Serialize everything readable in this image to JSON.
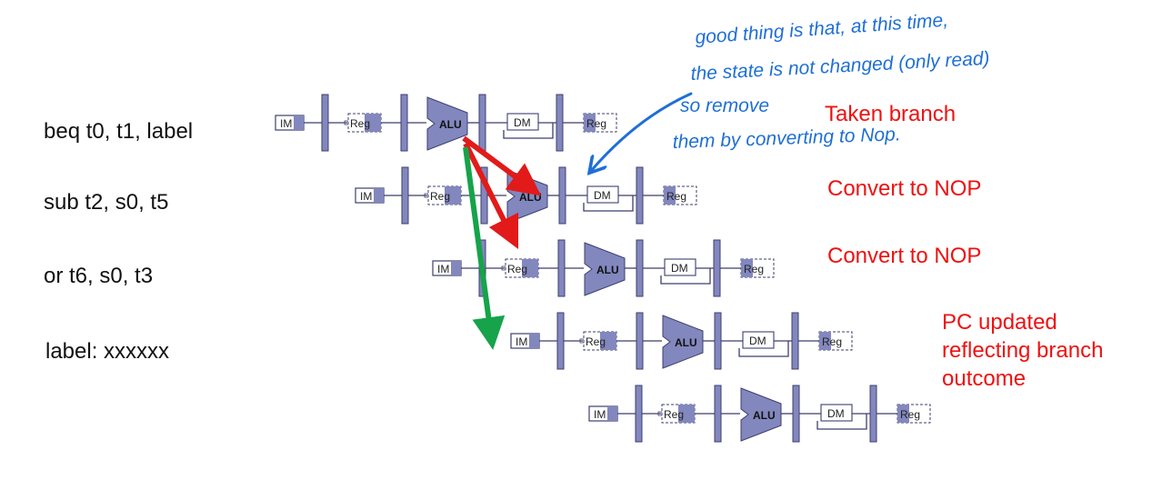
{
  "instructions": [
    "beq t0, t1, label",
    "sub t2, s0, t5",
    "or t6, s0, t3",
    "label: xxxxxx"
  ],
  "stage_labels": {
    "im": "IM",
    "reg": "Reg",
    "alu": "ALU",
    "dm": "DM"
  },
  "annotations": {
    "taken_branch": "Taken branch",
    "convert_nop_1": "Convert to NOP",
    "convert_nop_2": "Convert to NOP",
    "pc_updated": [
      "PC updated",
      "reflecting branch",
      "outcome"
    ]
  },
  "handwritten_note": [
    "good thing is that, at this time,",
    "the state is not changed (only read)",
    "so remove",
    "them by converting to Nop."
  ],
  "colors": {
    "pipeline_fill": "#8287be",
    "pipeline_stroke": "#3d3f6e",
    "note_ink": "#1f6fd6",
    "flush_arrow": "#e21a1a",
    "branch_arrow": "#16a34a",
    "annotation_text": "#ee1111"
  }
}
